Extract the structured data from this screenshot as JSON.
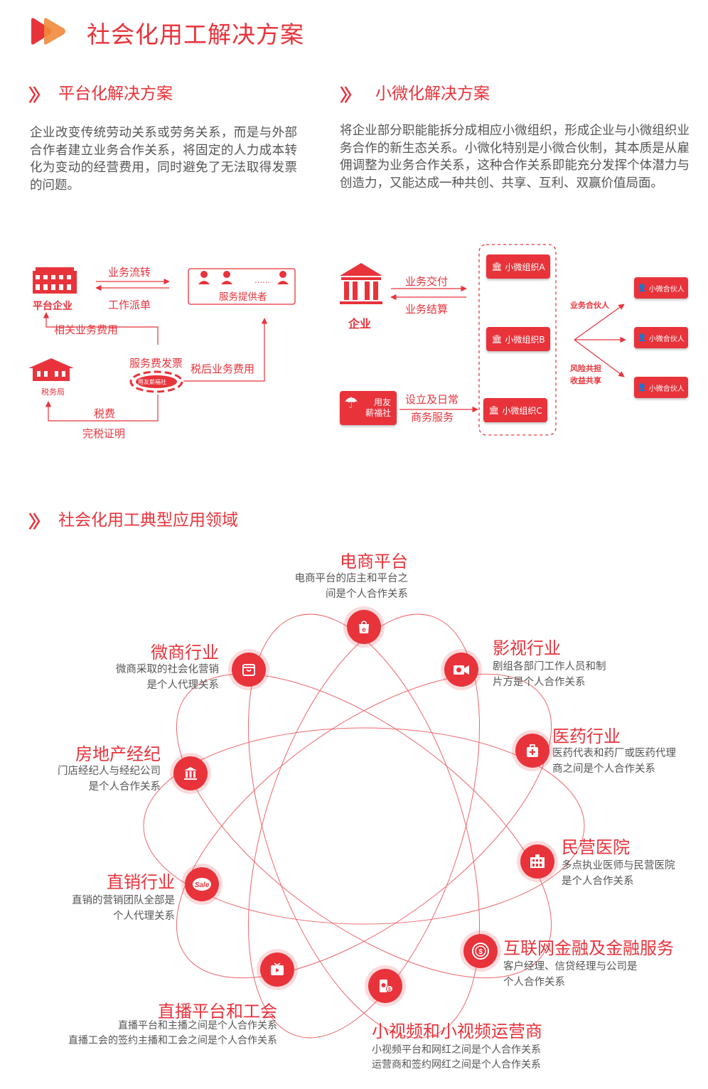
{
  "main_title": "社会化用工解决方案",
  "platform": {
    "title": "平台化解决方案",
    "description": "企业改变传统劳动关系或劳务关系，而是与外部合作者建立业务合作关系，将固定的人力成本转化为变动的经营费用，同时避免了无法取得发票的问题。",
    "diagram": {
      "enterprise": "平台企业",
      "provider": "服务提供者",
      "tax_bureau": "税务局",
      "seal": "用友薪福社",
      "flow1": "业务流转",
      "flow2": "工作派单",
      "fee1": "相关业务费用",
      "invoice": "服务费发票",
      "fee2": "税后业务费用",
      "tax": "税费",
      "certificate": "完税证明",
      "dots": "……"
    }
  },
  "micro": {
    "title": "小微化解决方案",
    "description": "将企业部分职能能拆分成相应小微组织，形成企业与小微组织业务合作的新生态关系。小微化特别是小微合伙制，其本质是从雇佣调整为业务合作关系，这种合作关系即能充分发挥个体潜力与创造力，又能达成一种共创、共享、互利、双赢价值局面。",
    "diagram": {
      "enterprise": "企业",
      "deliver": "业务交付",
      "settle": "业务结算",
      "org_a": "小微组织A",
      "org_b": "小微组织B",
      "org_c": "小微组织C",
      "partner_label": "业务合伙人",
      "risk_label1": "风险共担",
      "risk_label2": "收益共享",
      "partner1": "小微合伙人",
      "partner2": "小微合伙人",
      "partner3": "小微合伙人",
      "yonyou1": "用友",
      "yonyou2": "薪福社",
      "setup1": "设立及日常",
      "setup2": "商务服务"
    }
  },
  "applications": {
    "title": "社会化用工典型应用领域",
    "nodes": [
      {
        "key": "ecommerce",
        "title": "电商平台",
        "desc": "电商平台的店主和平台之\n间是个人合作关系",
        "icon": "shopping-bag-icon"
      },
      {
        "key": "film",
        "title": "影视行业",
        "desc": "剧组各部门工作人员和制\n片方是个人合作关系",
        "icon": "video-camera-icon"
      },
      {
        "key": "pharma",
        "title": "医药行业",
        "desc": "医药代表和药厂或医药代理\n商之间是个人合作关系",
        "icon": "medical-bag-icon"
      },
      {
        "key": "hospital",
        "title": "民营医院",
        "desc": "多点执业医师与民营医院\n是个人合作关系",
        "icon": "hospital-icon"
      },
      {
        "key": "finance",
        "title": "互联网金融及金融服务",
        "desc": "客户经理、信贷经理与公司是\n个人合作关系",
        "icon": "coin-icon"
      },
      {
        "key": "shortvideo",
        "title": "小视频和小视频运营商",
        "desc": "小视频平台和网红之间是个人合作关系\n运营商和签约网红之间是个人合作关系",
        "icon": "phone-dollar-icon"
      },
      {
        "key": "live",
        "title": "直播平台和工会",
        "desc": "直播平台和主播之间是个人合作关系\n直播工会的签约主播和工会之间是个人合作关系",
        "icon": "tv-play-icon"
      },
      {
        "key": "direct",
        "title": "直销行业",
        "desc": "直销的营销团队全部是\n个人代理关系",
        "icon": "sale-tag-icon"
      },
      {
        "key": "realestate",
        "title": "房地产经纪",
        "desc": "门店经纪人与经纪公司\n是个人合作关系",
        "icon": "building-columns-icon"
      },
      {
        "key": "wechat",
        "title": "微商行业",
        "desc": "微商采取的社会化营销\n是个人代理关系",
        "icon": "shop-icon"
      }
    ]
  },
  "colors": {
    "accent": "#e8333b",
    "text": "#555555"
  }
}
